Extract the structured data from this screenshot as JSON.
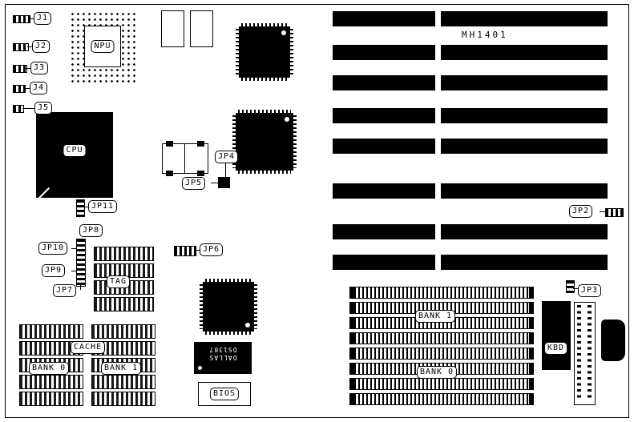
{
  "colors": {
    "ink": "#000000",
    "paper": "#ffffff"
  },
  "board": {
    "model": "MH1401"
  },
  "labels": {
    "j1": "J1",
    "j2": "J2",
    "j3": "J3",
    "j4": "J4",
    "j5": "J5",
    "jp2": "JP2",
    "jp3": "JP3",
    "jp4": "JP4",
    "jp5": "JP5",
    "jp6": "JP6",
    "jp7": "JP7",
    "jp8": "JP8",
    "jp9": "JP9",
    "jp10": "JP10",
    "jp11": "JP11",
    "npu": "NPU",
    "cpu": "CPU",
    "tag": "TAG",
    "cache": "CACHE",
    "bios": "BIOS",
    "kbd": "KBD",
    "bank0_left": "BANK 0",
    "bank1_left": "BANK 1",
    "bank1_right": "BANK 1",
    "bank0_right": "BANK 0"
  },
  "chips": {
    "dallas_line1": "DALLAS",
    "dallas_line2": "DS1387"
  }
}
